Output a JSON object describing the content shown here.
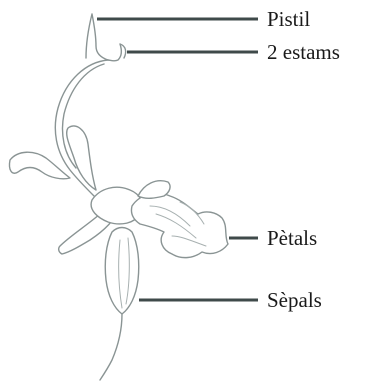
{
  "labels": {
    "pistil": "Pistil",
    "stamens": "2 estams",
    "petals": "Pètals",
    "sepals": "Sèpals"
  },
  "colors": {
    "leader_line": "#3f4a4a",
    "drawing_outline": "#8a9494",
    "label_text": "#1a1a1a"
  }
}
